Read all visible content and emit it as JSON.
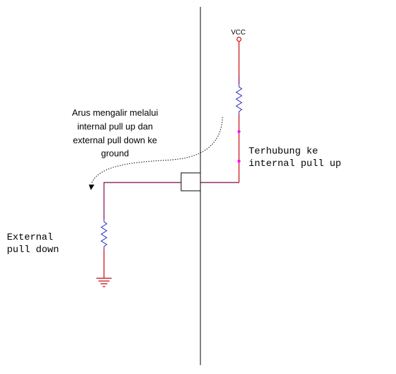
{
  "labels": {
    "vcc": "VCC",
    "note_line1": "Arus mengalir melalui",
    "note_line2": "internal pull up dan",
    "note_line3": "external pull down ke",
    "note_line4": "ground",
    "internal_line1": "Terhubung ke",
    "internal_line2": "internal pull up",
    "external_line1": "External",
    "external_line2": "pull down"
  },
  "colors": {
    "wire": "#800040",
    "power_wire": "#c00000",
    "resistor": "#2020c0",
    "junction": "#ff00ff",
    "boundary": "#000000",
    "text": "#000000"
  }
}
